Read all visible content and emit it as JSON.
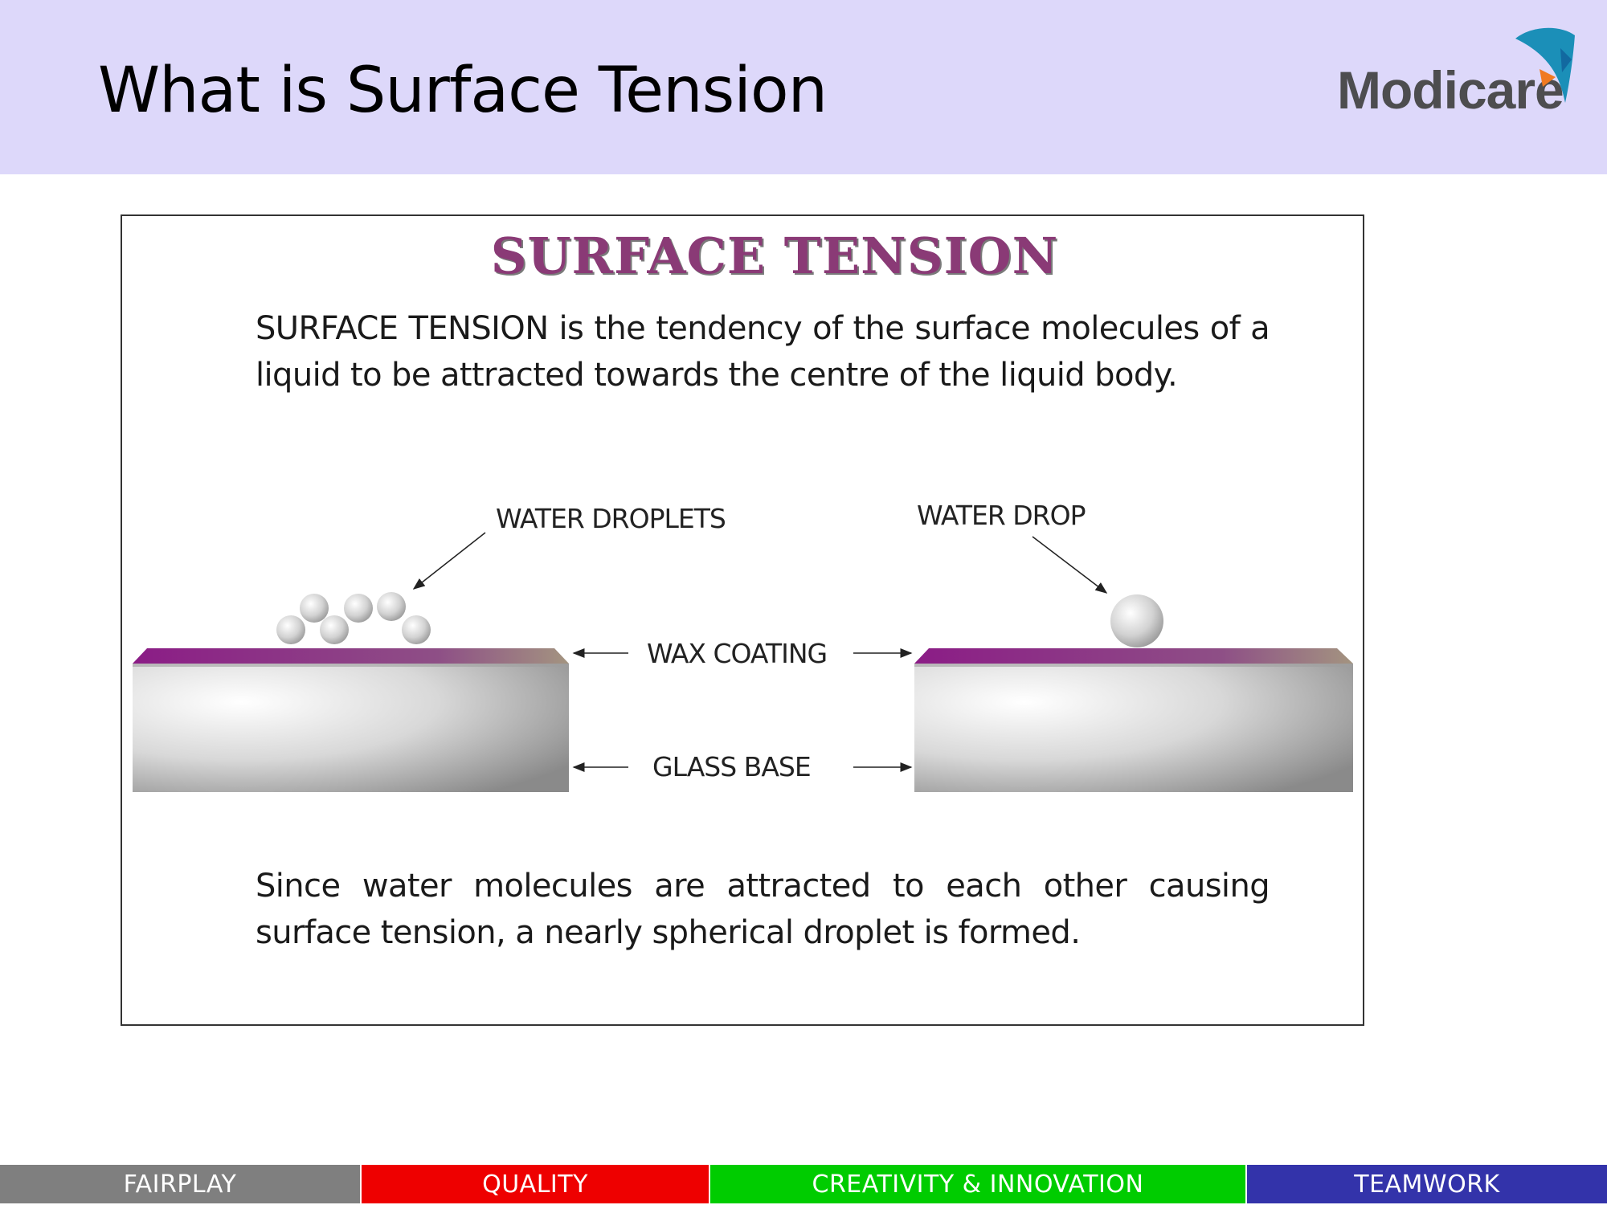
{
  "header": {
    "title": "What is Surface Tension",
    "logo_text": "Modicare",
    "background": "#ddd8fa"
  },
  "figure": {
    "title": "SURFACE TENSION",
    "definition": "SURFACE TENSION is the tendency of the surface molecules of a liquid to be attracted towards the centre of the liquid body.",
    "labels": {
      "water_droplets": "WATER DROPLETS",
      "water_drop": "WATER DROP",
      "wax_coating": "WAX COATING",
      "glass_base": "GLASS BASE"
    },
    "conclusion": "Since water molecules are attracted to each other causing surface tension, a nearly spherical droplet is formed."
  },
  "footer": {
    "items": [
      {
        "label": "FAIRPLAY",
        "color": "#7f7f7f"
      },
      {
        "label": "QUALITY",
        "color": "#ee0000"
      },
      {
        "label": "CREATIVITY & INNOVATION",
        "color": "#00cc00"
      },
      {
        "label": "TEAMWORK",
        "color": "#3333aa"
      }
    ]
  }
}
